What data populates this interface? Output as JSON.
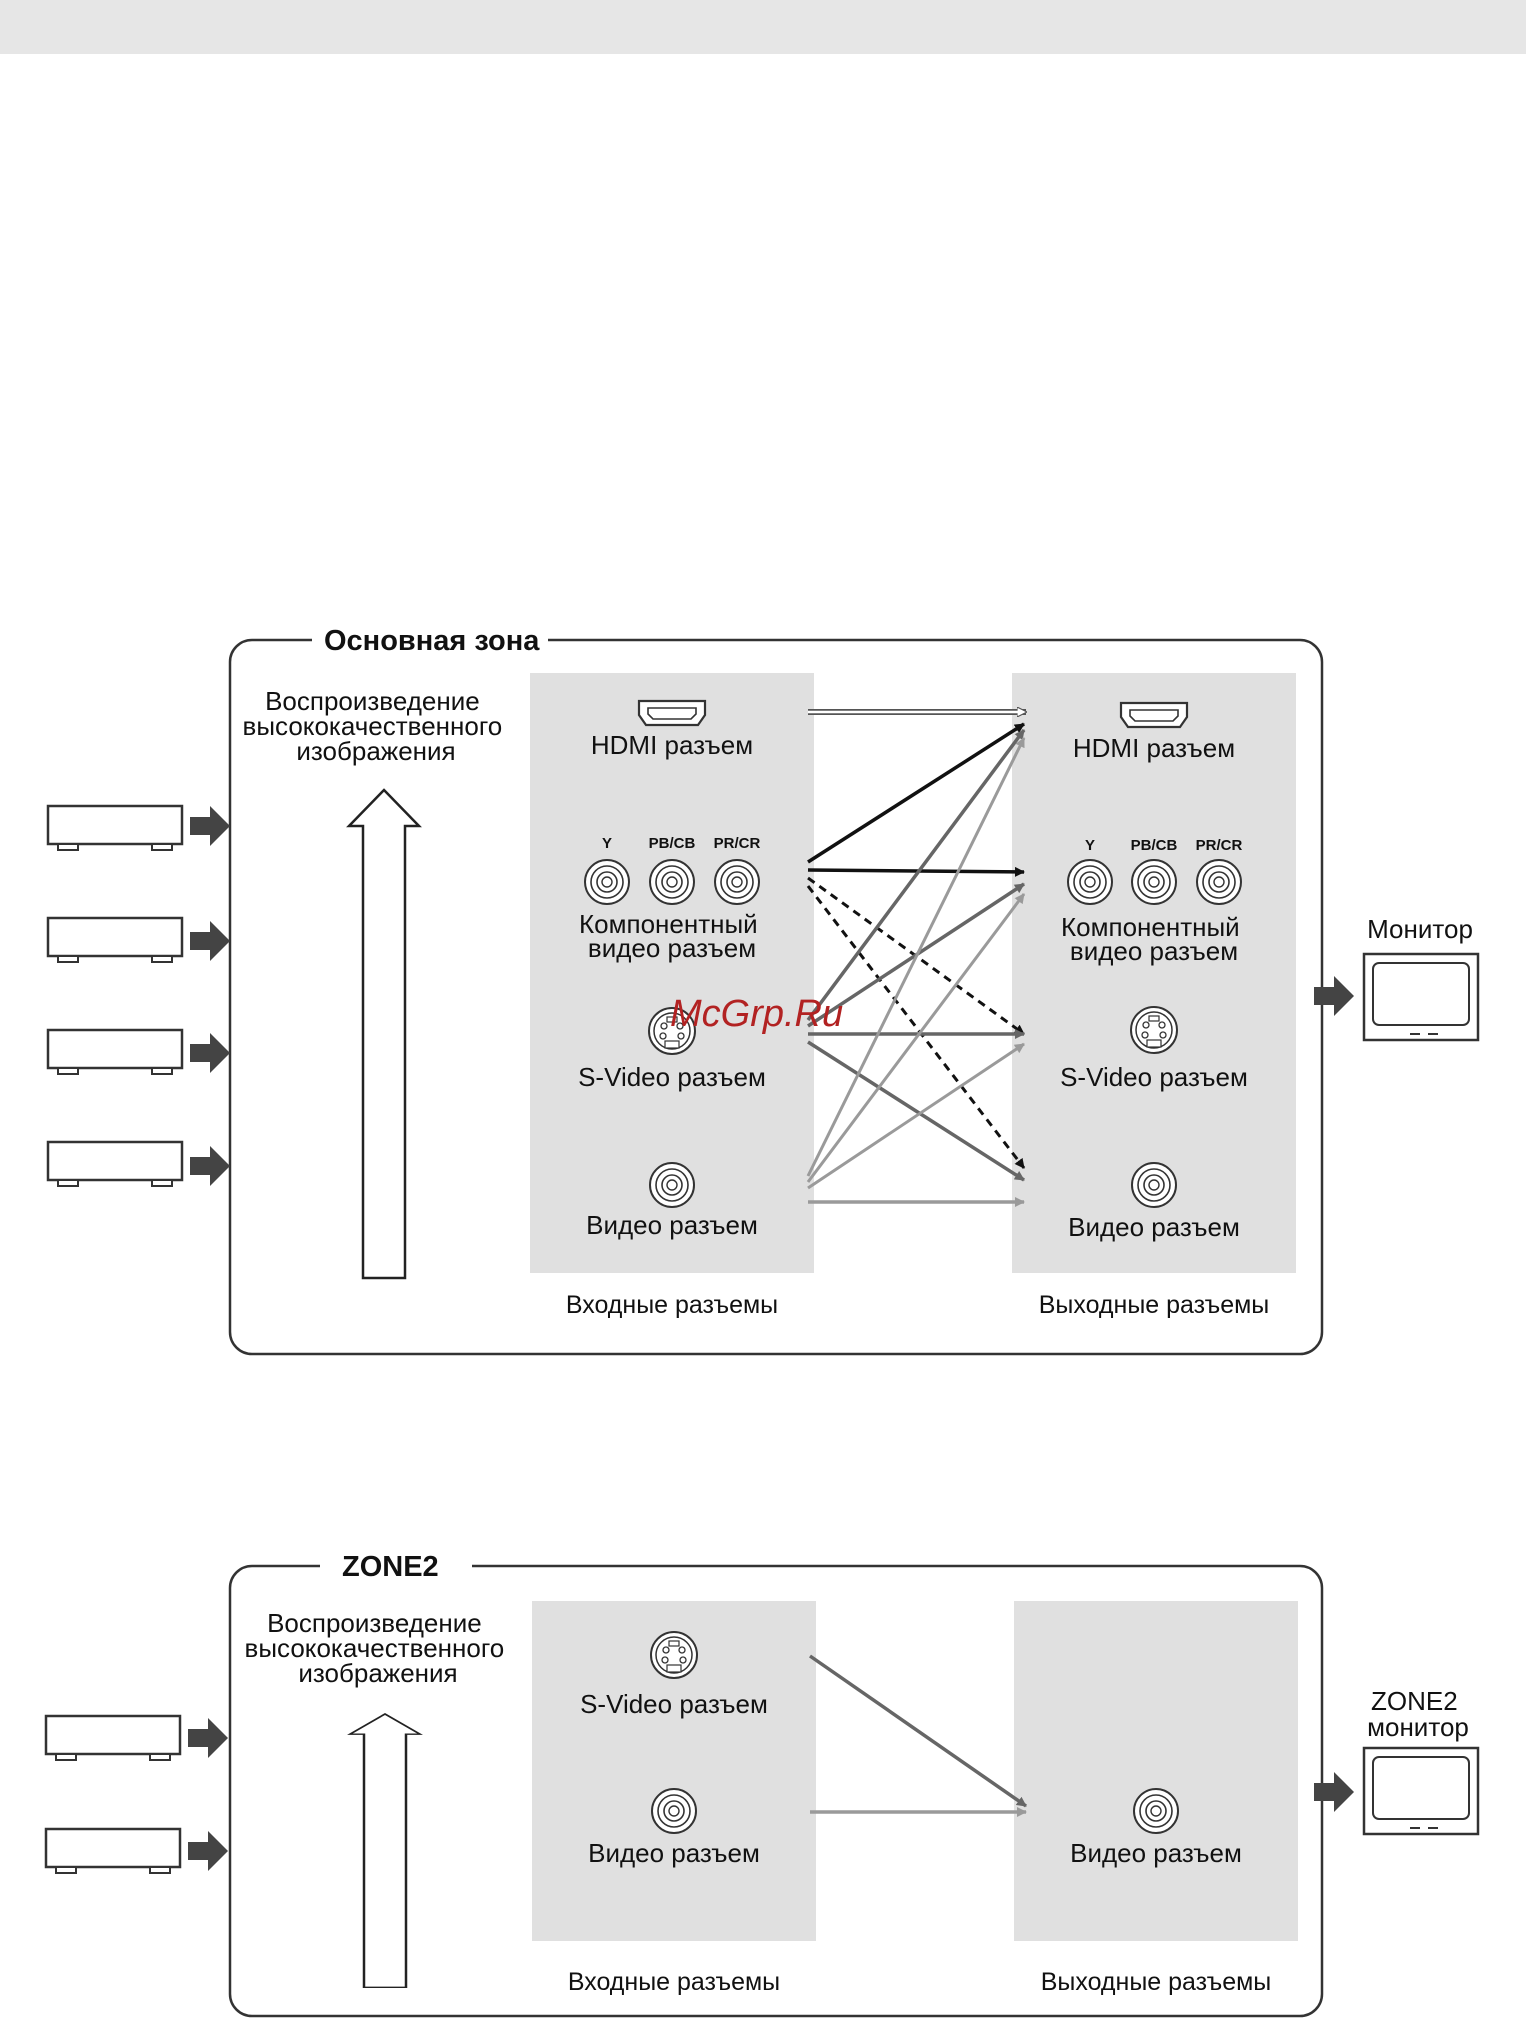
{
  "watermark": "McGrp.Ru",
  "main_zone": {
    "title": "Основная зона",
    "quality_label": [
      "Воспроизведение",
      "высококачественного",
      "изображения"
    ],
    "inputs": {
      "hdmi": "HDMI разъем",
      "component_pins": [
        "Y",
        "PB/CB",
        "PR/CR"
      ],
      "component": [
        "Компонентный",
        "видео разъем"
      ],
      "svideo": "S-Video разъем",
      "video": "Видео разъем"
    },
    "outputs": {
      "hdmi": "HDMI разъем",
      "component_pins": [
        "Y",
        "PB/CB",
        "PR/CR"
      ],
      "component": [
        "Компонентный",
        "видео разъем"
      ],
      "svideo": "S-Video разъем",
      "video": "Видео разъем"
    },
    "inputs_caption": "Входные разъемы",
    "outputs_caption": "Выходные разъемы",
    "monitor": [
      "Монитор"
    ]
  },
  "zone2": {
    "title": "ZONE2",
    "quality_label": [
      "Воспроизведение",
      "высококачественного",
      "изображения"
    ],
    "inputs": {
      "svideo": "S-Video разъем",
      "video": "Видео разъем"
    },
    "outputs": {
      "video": "Видео разъем"
    },
    "inputs_caption": "Входные разъемы",
    "outputs_caption": "Выходные разъемы",
    "monitor": [
      "ZONE2",
      "монитор"
    ]
  },
  "colors": {
    "panel": "#e0e0e0",
    "dark": "#111111",
    "mid": "#666666",
    "light": "#9a9a9a",
    "device_arrow": "#444444"
  }
}
